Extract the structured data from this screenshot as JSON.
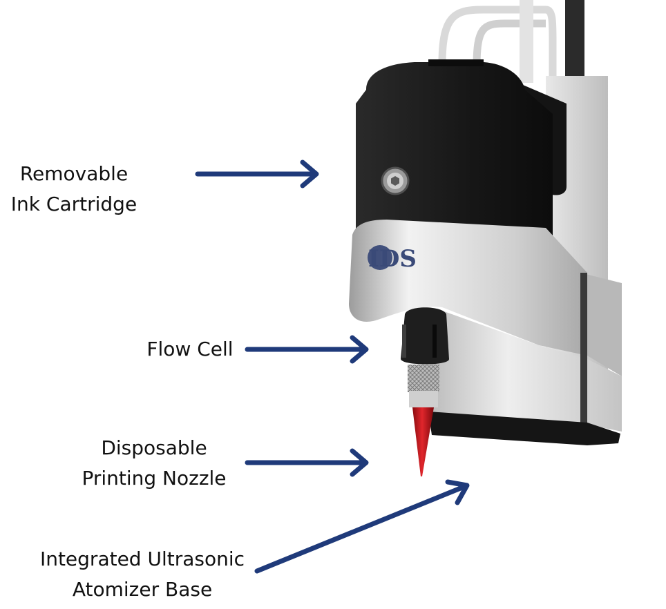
{
  "labels": {
    "cartridge": [
      "Removable",
      "Ink Cartridge"
    ],
    "flow_cell": [
      "Flow Cell"
    ],
    "nozzle": [
      "Disposable",
      "Printing Nozzle"
    ],
    "atomizer": [
      "Integrated Ultrasonic",
      "Atomizer Base"
    ]
  },
  "logo": {
    "text": "IDS",
    "color": "#3a4a78"
  },
  "colors": {
    "arrow": "#1f3a7a",
    "cartridge": "#1b1b1b",
    "metal": "#d8d8d8",
    "nozzle_tip": "#c0141a"
  },
  "icons": {
    "arrows": "arrow-right-icon",
    "screw": "hex-screw-icon"
  }
}
